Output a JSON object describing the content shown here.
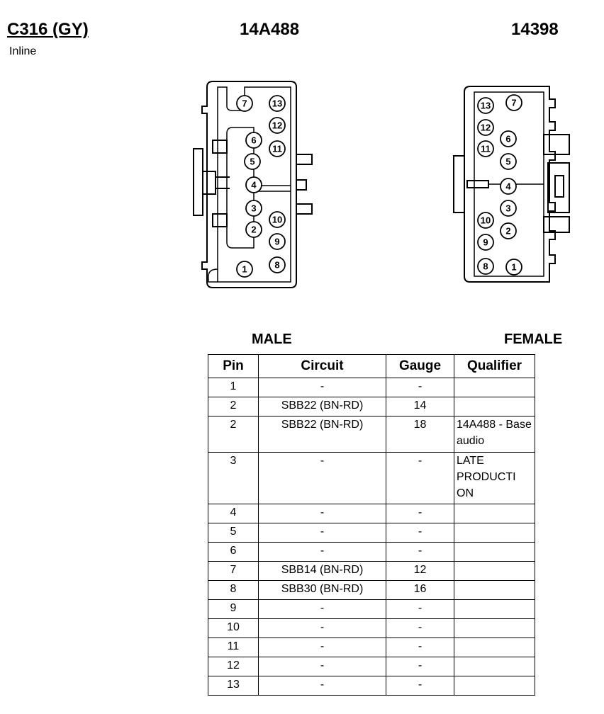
{
  "header": {
    "connector_id": "C316 (GY)",
    "connector_type": "Inline",
    "male_part": "14A488",
    "female_part": "14398"
  },
  "captions": {
    "male": "MALE",
    "female": "FEMALE"
  },
  "pins": [
    "1",
    "2",
    "3",
    "4",
    "5",
    "6",
    "7",
    "8",
    "9",
    "10",
    "11",
    "12",
    "13"
  ],
  "table": {
    "columns": [
      "Pin",
      "Circuit",
      "Gauge",
      "Qualifier"
    ],
    "rows": [
      {
        "pin": "1",
        "circuit": "-",
        "gauge": "-",
        "qualifier": ""
      },
      {
        "pin": "2",
        "circuit": "SBB22 (BN-RD)",
        "gauge": "14",
        "qualifier": ""
      },
      {
        "pin": "2",
        "circuit": "SBB22 (BN-RD)",
        "gauge": "18",
        "qualifier": "14A488 - Base audio"
      },
      {
        "pin": "3",
        "circuit": "-",
        "gauge": "-",
        "qualifier": "LATE PRODUCTI ON"
      },
      {
        "pin": "4",
        "circuit": "-",
        "gauge": "-",
        "qualifier": ""
      },
      {
        "pin": "5",
        "circuit": "-",
        "gauge": "-",
        "qualifier": ""
      },
      {
        "pin": "6",
        "circuit": "-",
        "gauge": "-",
        "qualifier": ""
      },
      {
        "pin": "7",
        "circuit": "SBB14 (BN-RD)",
        "gauge": "12",
        "qualifier": ""
      },
      {
        "pin": "8",
        "circuit": "SBB30 (BN-RD)",
        "gauge": "16",
        "qualifier": ""
      },
      {
        "pin": "9",
        "circuit": "-",
        "gauge": "-",
        "qualifier": ""
      },
      {
        "pin": "10",
        "circuit": "-",
        "gauge": "-",
        "qualifier": ""
      },
      {
        "pin": "11",
        "circuit": "-",
        "gauge": "-",
        "qualifier": ""
      },
      {
        "pin": "12",
        "circuit": "-",
        "gauge": "-",
        "qualifier": ""
      },
      {
        "pin": "13",
        "circuit": "-",
        "gauge": "-",
        "qualifier": ""
      }
    ]
  }
}
